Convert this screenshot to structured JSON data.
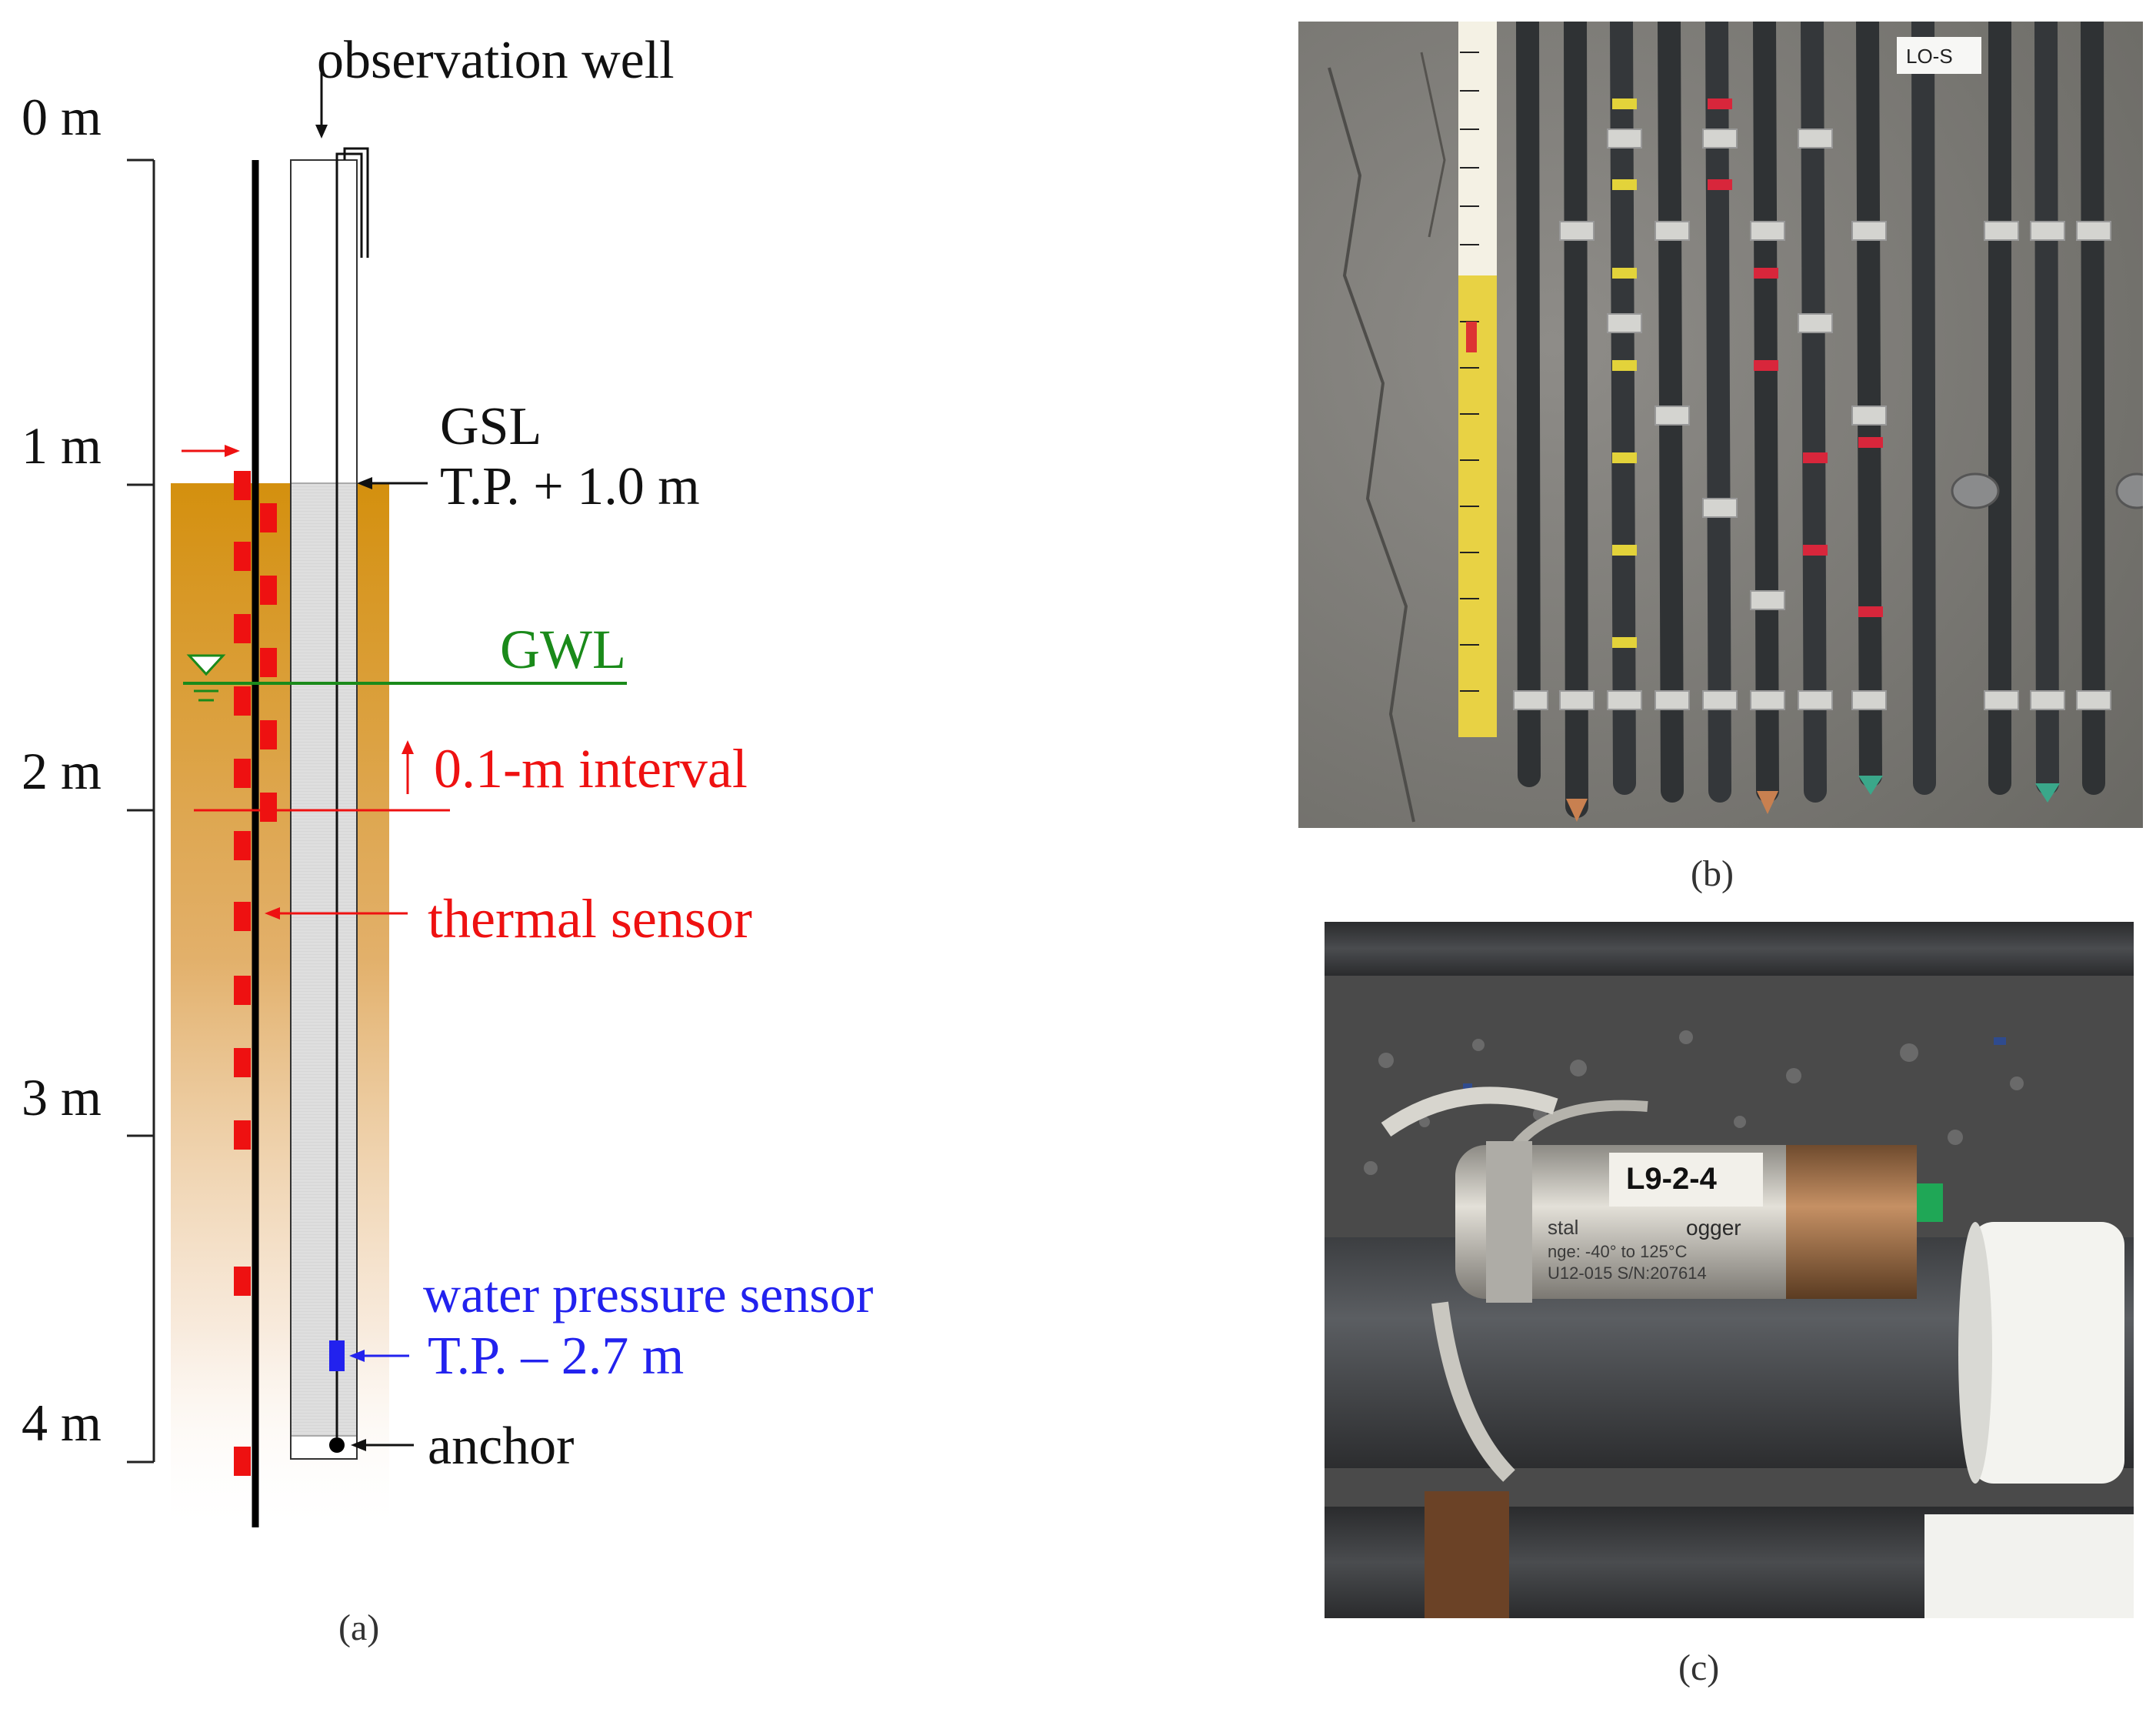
{
  "panel_a": {
    "depth_labels": [
      "0 m",
      "1 m",
      "2 m",
      "3 m",
      "4 m"
    ],
    "observation_well_label": "observation well",
    "gsl_label": "GSL",
    "gsl_level": "T.P. + 1.0 m",
    "gwl_label": "GWL",
    "interval_label": "0.1-m interval",
    "thermal_sensor_label": "thermal sensor",
    "water_pressure_label": "water pressure sensor",
    "water_pressure_level": "T.P. – 2.7 m",
    "anchor_label": "anchor",
    "caption": "(a)",
    "colors": {
      "soil": "#d4900e",
      "thermal": "#ee1111",
      "gwl": "#1a8a1a",
      "pressure": "#2222ee",
      "well": "#dcdcdc"
    }
  },
  "panel_b": {
    "caption": "(b)",
    "tag_text": "LO-S"
  },
  "panel_c": {
    "caption": "(c)",
    "logger_tag": "L9-2-4",
    "logger_text_1": "stal",
    "logger_text_2": "ogger",
    "logger_text_3": "nge: -40° to 125°C",
    "logger_text_4": "U12-015  S/N:207614"
  }
}
